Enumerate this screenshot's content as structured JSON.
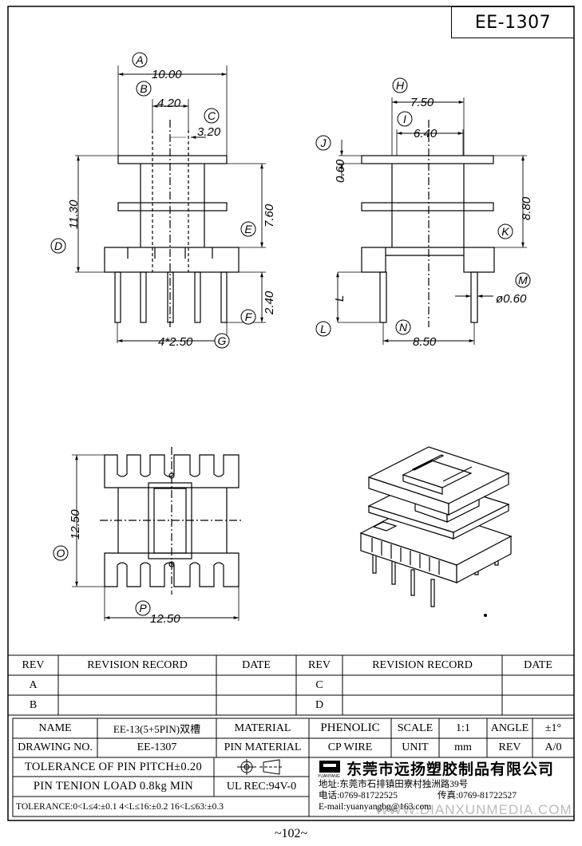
{
  "title_block": {
    "model": "EE-1307"
  },
  "dims": {
    "A": "10.00",
    "B": "4.20",
    "C": "3.20",
    "D": "11.30",
    "E": "7.60",
    "F": "2.40",
    "G": "4*2.50",
    "H": "7.50",
    "I": "6.40",
    "J": "0.60",
    "K": "8.80",
    "L": "L",
    "M": "ø0.60",
    "N": "8.50",
    "O": "12.50",
    "P": "12.50"
  },
  "bubbles": [
    "A",
    "B",
    "C",
    "D",
    "E",
    "F",
    "G",
    "H",
    "I",
    "J",
    "K",
    "L",
    "M",
    "N",
    "O",
    "P"
  ],
  "revision": {
    "rev_header": "REV",
    "record_header": "REVISION RECORD",
    "date_header": "DATE",
    "rows_left": [
      "A",
      "B"
    ],
    "rows_right": [
      "C",
      "D"
    ]
  },
  "spec": {
    "name_label": "NAME",
    "name_value": "EE-13(5+5PIN)双槽",
    "material_label": "MATERIAL",
    "material_value": "PHENOLIC",
    "scale_label": "SCALE",
    "scale_value": "1:1",
    "angle_label": "ANGLE",
    "angle_value": "±1°",
    "drawing_no_label": "DRAWING NO.",
    "drawing_no_value": "EE-1307",
    "pin_material_label": "PIN MATERIAL",
    "pin_material_value": "CP WIRE",
    "unit_label": "UNIT",
    "unit_value": "mm",
    "rev_label": "REV",
    "rev_value": "A/0",
    "tolerance_pitch": "TOLERANCE OF PIN PITCH±0.20",
    "pin_tension": "PIN TENION LOAD 0.8kg MIN",
    "ul_rec": "UL REC:94V-0",
    "tolerance_range": "TOLERANCE:0<L≤4:±0.1  4<L≤16:±0.2  16<L≤63:±0.3"
  },
  "company": {
    "logo_text": "YUANYANG",
    "name": "东莞市远扬塑胶制品有限公司",
    "address": "地址:东莞市石排镇田寮村独洲路39号",
    "phone": "电话:0769-81722525",
    "fax": "传真:0769-81722527",
    "email": "E-mail:yuanyangbg@163.com"
  },
  "watermark": "WWW.DIANXUNMEDIA.COM",
  "page_number": "~102~"
}
